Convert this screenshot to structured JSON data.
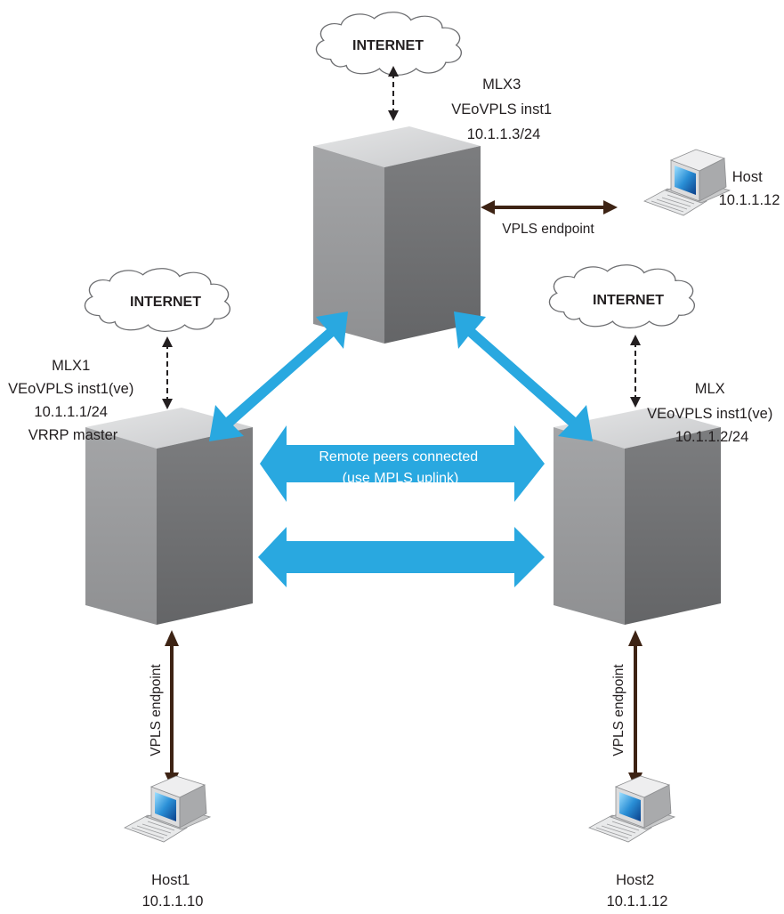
{
  "colors": {
    "peer_arrow": "#29a8e0",
    "endpoint_arrow": "#3d2314",
    "cube_top": "#d9dadb",
    "cube_left": "#9a9b9d",
    "cube_right": "#707173",
    "cloud_fill": "#ffffff",
    "cloud_stroke": "#6d6e71"
  },
  "clouds": [
    {
      "id": "top",
      "label": "INTERNET"
    },
    {
      "id": "left",
      "label": "INTERNET"
    },
    {
      "id": "right",
      "label": "INTERNET"
    }
  ],
  "routers": {
    "mlx3": {
      "lines": [
        "MLX3",
        "VEoVPLS inst1",
        "10.1.1.3/24"
      ]
    },
    "mlx1": {
      "lines": [
        "MLX1",
        "VEoVPLS inst1(ve)",
        "10.1.1.1/24",
        "VRRP master"
      ]
    },
    "mlx": {
      "lines": [
        "MLX",
        "VEoVPLS inst1(ve)",
        "10.1.1.2/24"
      ]
    }
  },
  "hosts": {
    "host_top": {
      "name": "Host",
      "ip": "10.1.1.12"
    },
    "host1": {
      "name": "Host1",
      "ip": "10.1.1.10"
    },
    "host2": {
      "name": "Host2",
      "ip": "10.1.1.12"
    }
  },
  "links": {
    "peers_label_line1": "Remote peers connected",
    "peers_label_line2": "(use MPLS uplink)",
    "endpoint_top": "VPLS endpoint",
    "endpoint_left": "VPLS endpoint",
    "endpoint_right": "VPLS endpoint"
  }
}
